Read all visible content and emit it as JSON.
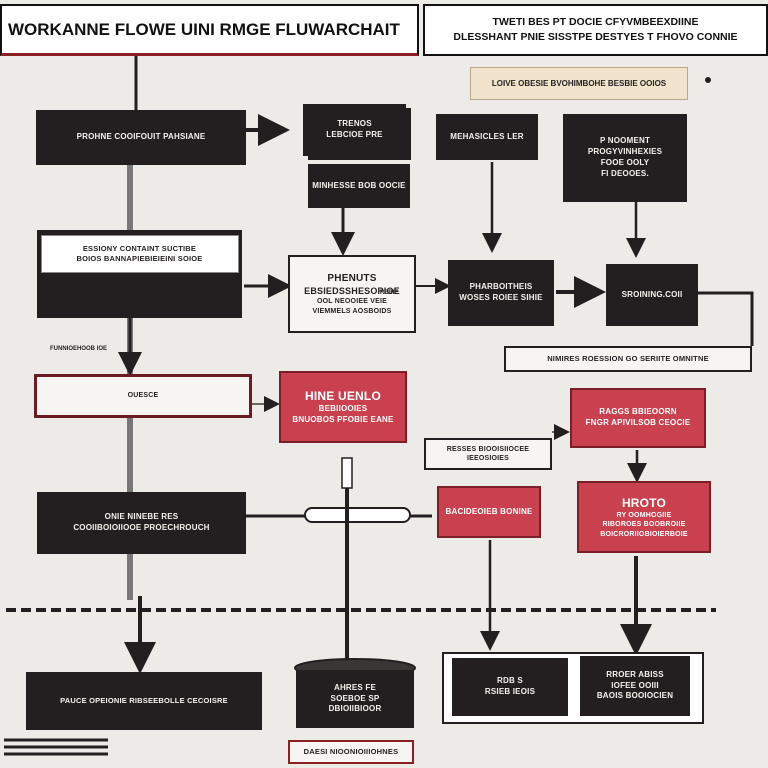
{
  "header": {
    "title": "WORKANNE FLOWE UINI RMGE FLUWARCHAIT",
    "subtitle_line1": "TWETI BES PT DOCIE CFYVMBEEXDIINE",
    "subtitle_line2": "DLESSHANT PNIE SISSTPE DESTYES T FHOVO CONNIE"
  },
  "banner": "LOIVE OBESIE BVOHIMBOHE BESBIE OOIOS",
  "nodes": {
    "n_prohine": "PROHNE COOIFOUIT PAHSIANE",
    "n_trenos_line1": "TRENOS",
    "n_trenos_line2": "LEBCIOE PRE",
    "n_minhesse": "MINHESSE BOB OOCIE",
    "n_mehasicles": "MEHASICLES LER",
    "n_phoments_line1": "P NOOMENT",
    "n_phoments_line2": "PROGYVINHEXIES",
    "n_phoments_line3": "FOOE OOLY",
    "n_phoments_line4": "FI DEOOES.",
    "n_essiony_line1": "ESSIONY CONTAINT SUCTIBE",
    "n_essiony_line2": "BOIOS BANNAPIEBIEIEINI SOIOE",
    "n_phenuts_line1": "PHENUTS",
    "n_phenuts_line2": "EBSIEDSSHESOPIOE",
    "n_phenuts_line3": "OOL NEOOIEE VEIE",
    "n_phenuts_line4": "VIEMMELS AOSBOIDS",
    "n_phenuts_side": "REBIE",
    "n_pharboit_line1": "PHARBOITHEIS",
    "n_pharboit_line2": "WOSES ROIEE SIHIE",
    "n_sroine": "SROINING.COII",
    "n_nimires": "NIMIRES ROESSION GO SERIITE OMNITNE",
    "n_left_label": "FUNNIOEHOOB IOE",
    "n_ouesce": "OUESCE",
    "n_hine_line1": "HINE UENLO",
    "n_hine_line2": "BEBIIOOIES",
    "n_hine_line3": "BNUOBOS PFOBIE EANE",
    "n_raggs_line1": "RAGGS BBIEOORN",
    "n_raggs_line2": "FNGR APIVILSOB CEOCIE",
    "n_resses": "RESSES BIOOISIIOCEE IEEOSIOIES",
    "n_onie_line1": "ONIE NINEBE RES",
    "n_onie_line2": "COOIIBOIOIIOOE PROECHROUCH",
    "n_bacoidre": "BACIDEOIEB BONINE",
    "n_hroto_line1": "HROTO",
    "n_hroto_line2": "RY OOMHOGIIE",
    "n_hroto_line3": "RIBOROES BOOBROIIE",
    "n_hroto_line4": "BOICRORIIOBIOIERBOIE",
    "n_duee_line1": "AHRES FE",
    "n_duee_line2": "SOEBOE SP",
    "n_duee_line3": "DBIOIIBIOOR",
    "n_pauce": "PAUCE OPEIONIE RIBSEEBOLLE CECOISRE",
    "n_rdoe_line1": "RDB S",
    "n_rdoe_line2": "RSIEB IEOIS",
    "n_rroer_line1": "RROER ABISS",
    "n_rroer_line2": "IOFEE OOIII",
    "n_rroer_line3": "BAOIS BOOIOCIEN",
    "n_bottom": "DAESI NIOONIOIIIOHNES"
  },
  "colors": {
    "background": "#ecebe8",
    "dark": "#231f20",
    "accent_red": "#c9404f",
    "rule_red": "#8a1f24",
    "banner": "#f2e4cc"
  }
}
